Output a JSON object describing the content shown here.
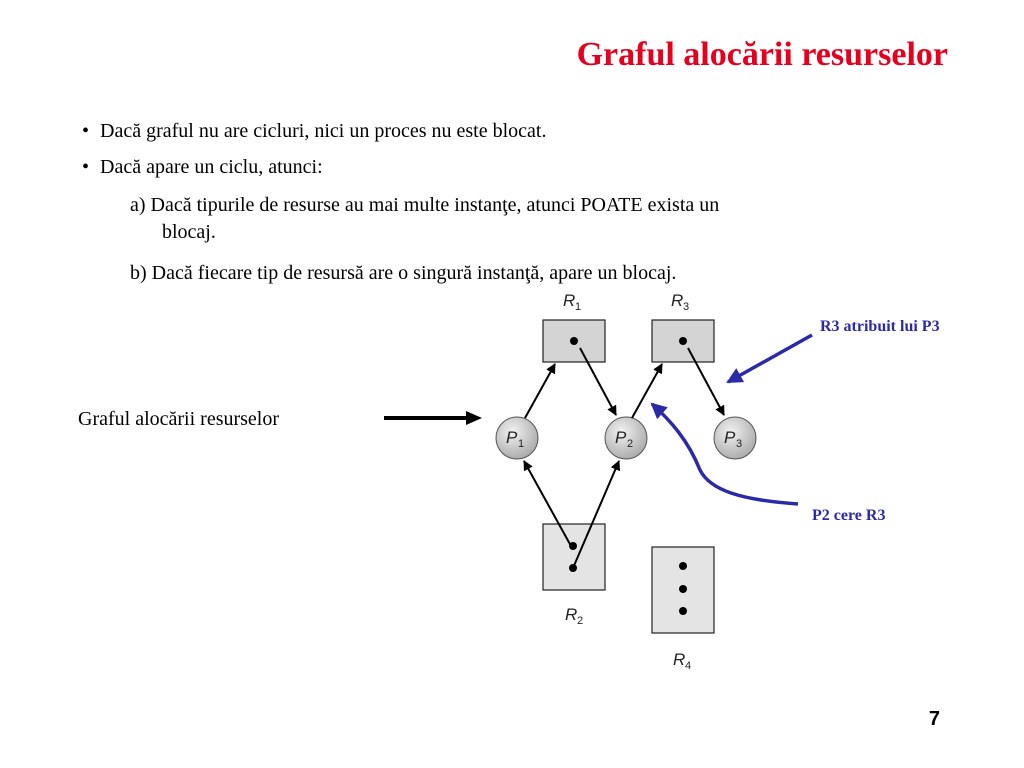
{
  "title": "Graful alocării resurselor",
  "bullets": [
    "Dacă graful nu are cicluri, nici un proces nu este blocat.",
    "Dacă apare un ciclu, atunci:"
  ],
  "sub_items": [
    {
      "line1": "a) Dacă tipurile de resurse au mai multe instanţe, atunci POATE exista un",
      "line2": "blocaj."
    },
    {
      "line1": "b) Dacă fiecare tip de resursă are o singură instanţă, apare un blocaj."
    }
  ],
  "side_label": "Graful alocării resurselor",
  "diagram": {
    "resources": [
      {
        "name": "R",
        "sub": "1",
        "instances": 1
      },
      {
        "name": "R",
        "sub": "3",
        "instances": 1
      },
      {
        "name": "R",
        "sub": "2",
        "instances": 2
      },
      {
        "name": "R",
        "sub": "4",
        "instances": 3
      }
    ],
    "processes": [
      {
        "name": "P",
        "sub": "1"
      },
      {
        "name": "P",
        "sub": "2"
      },
      {
        "name": "P",
        "sub": "3"
      }
    ],
    "edges": [
      {
        "from": "P1",
        "to": "R1",
        "kind": "request"
      },
      {
        "from": "R1",
        "to": "P2",
        "kind": "assignment"
      },
      {
        "from": "P2",
        "to": "R3",
        "kind": "request"
      },
      {
        "from": "R3",
        "to": "P3",
        "kind": "assignment"
      },
      {
        "from": "R2",
        "to": "P1",
        "kind": "assignment"
      },
      {
        "from": "R2",
        "to": "P2",
        "kind": "assignment"
      }
    ]
  },
  "annotations": {
    "r3_assigned": "R3 atribuit lui P3",
    "p2_requests": "P2 cere R3"
  },
  "colors": {
    "title": "#e6001e",
    "annotation": "#2a2aa8",
    "resource_fill": "#d9d9d9",
    "process_fill": "#c8c8c8"
  },
  "page_number": "7"
}
